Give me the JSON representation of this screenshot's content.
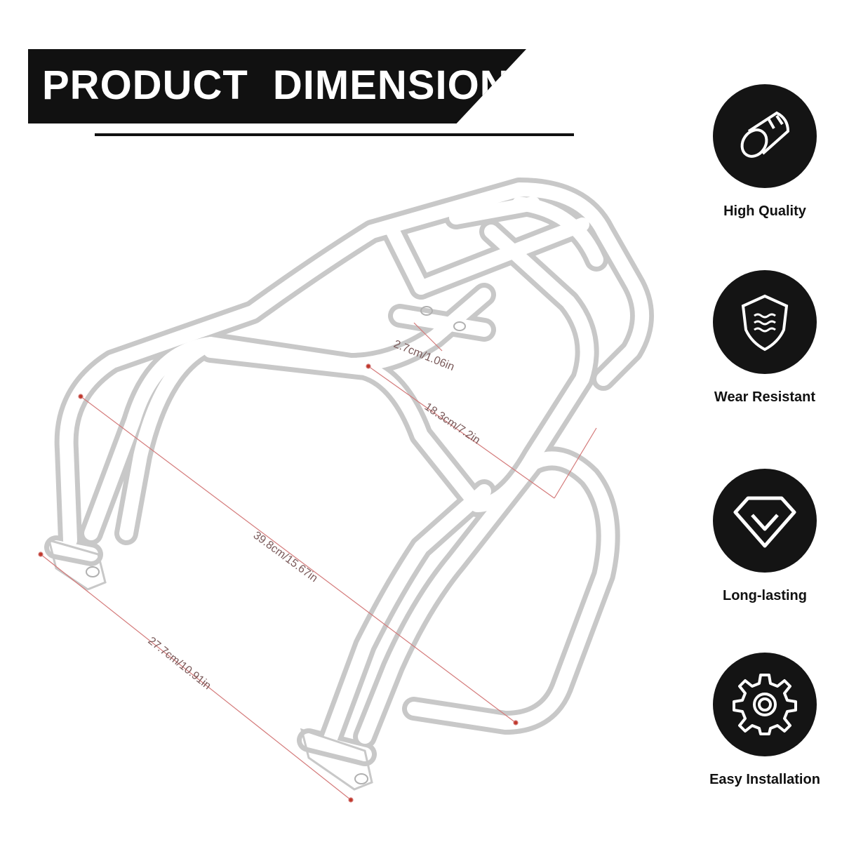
{
  "header": {
    "title": "PRODUCT DIMENSIONS"
  },
  "dimensions": {
    "hole_spacing": "2.7cm/1.06in",
    "inner_width": "18.3cm/7.2in",
    "length": "39.8cm/15.67in",
    "base_width": "27.7cm/10.91in"
  },
  "features": [
    {
      "label": "High Quality",
      "icon": "tube-icon"
    },
    {
      "label": "Wear Resistant",
      "icon": "shield-icon"
    },
    {
      "label": "Long-lasting",
      "icon": "diamond-icon"
    },
    {
      "label": "Easy Installation",
      "icon": "gear-icon"
    }
  ],
  "colors": {
    "banner": "#111111",
    "dimension": "#c0392b",
    "icon_bg": "#141414"
  }
}
